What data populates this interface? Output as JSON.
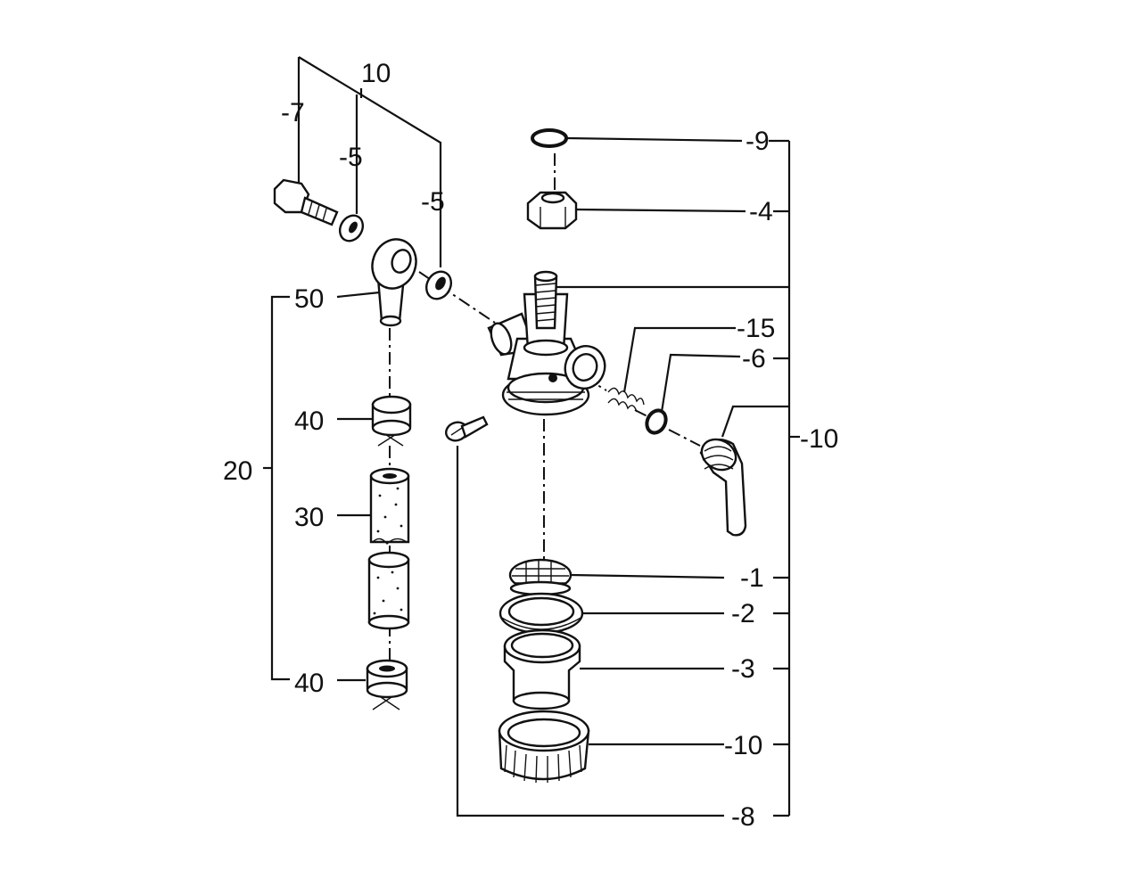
{
  "labels": {
    "bolt": "-7",
    "assembly_top": "10",
    "washer_left": "-5",
    "washer_right": "-5",
    "oring_top": "-9",
    "nut": "-4",
    "spring": "-15",
    "oring_lever": "-6",
    "lever": "-10",
    "elbow": "50",
    "group_left": "20",
    "clamp_top": "40",
    "filter": "30",
    "clamp_bottom": "40",
    "strainer": "-1",
    "gasket": "-2",
    "bowl": "-3",
    "bowl_nut": "-10",
    "screw": "-8"
  },
  "colors": {
    "ink": "#111111",
    "background": "#ffffff"
  }
}
